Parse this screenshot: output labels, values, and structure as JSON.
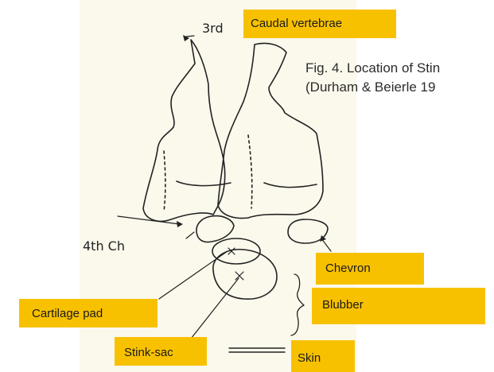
{
  "figure": {
    "caption_line1": "Fig. 4. Location of Stin",
    "caption_line2": "(Durham  & Beierle 19",
    "hand_labels": {
      "third": "3rd",
      "fourth_chevron": "4th Ch"
    }
  },
  "labels": {
    "caudal_vertebrae": "Caudal vertebrae",
    "chevron": "Chevron",
    "blubber": "Blubber",
    "cartilage_pad": "Cartilage pad",
    "stink_sac": "Stink-sac",
    "skin": "Skin"
  },
  "colors": {
    "label_bg": "#f8c100",
    "paper": "#fbf8ec",
    "ink": "#222222"
  }
}
